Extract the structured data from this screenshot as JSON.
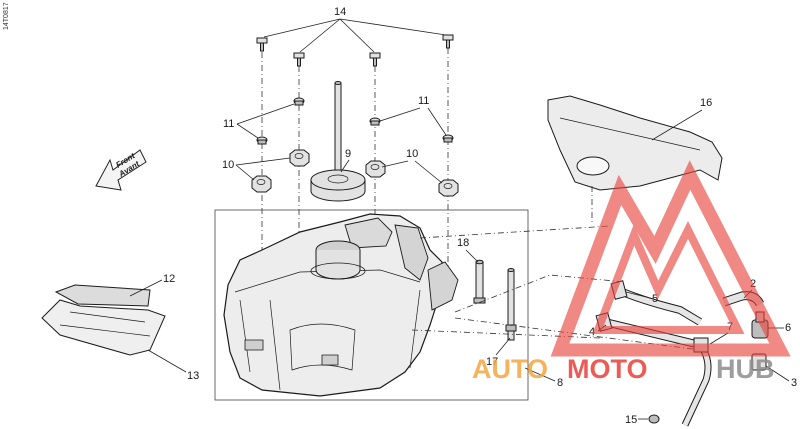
{
  "diagram": {
    "code": "14T0817",
    "direction_label_line1": "Front",
    "direction_label_line2": "Avant",
    "callouts": [
      "14",
      "11",
      "11",
      "10",
      "10",
      "9",
      "16",
      "18",
      "12",
      "13",
      "17",
      "8",
      "5",
      "4",
      "2",
      "6",
      "7",
      "3",
      "15"
    ]
  },
  "watermark": {
    "part1": "AUTO",
    "part2": "MOTO",
    "part3": "HUB",
    "colors": {
      "red": "#e8403a",
      "orange": "#f3a640",
      "gray": "#8c8c8c"
    }
  }
}
